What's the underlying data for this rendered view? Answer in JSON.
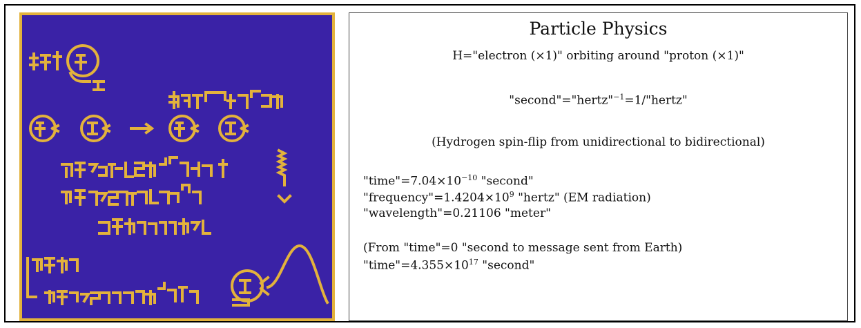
{
  "colors": {
    "panel_bg": "#3a22a6",
    "glyph": "#e3b23c",
    "border": "#000000",
    "text": "#111111"
  },
  "left_panel": {
    "content": "alien-glyph-message"
  },
  "right_panel": {
    "title": "Particle Physics",
    "line1": "H=\"electron (×1)\" orbiting around \"proton (×1)\"",
    "line2_a": "\"second\"=\"hertz\"",
    "line2_sup": "−1",
    "line2_b": "=1/\"hertz\"",
    "line3": "(Hydrogen spin-flip from unidirectional to bidirectional)",
    "time_a": "\"time\"=7.04×10",
    "time_sup": "−10",
    "time_b": " \"second\"",
    "freq_a": "\"frequency\"=1.4204×10",
    "freq_sup": "9",
    "freq_b": " \"hertz\"  (EM radiation)",
    "wave": "\"wavelength\"=0.21106 \"meter\"",
    "from": "(From \"time\"=0 \"second to message sent from Earth)",
    "time2_a": "\"time\"=4.355×10",
    "time2_sup": "17",
    "time2_b": " \"second\""
  }
}
